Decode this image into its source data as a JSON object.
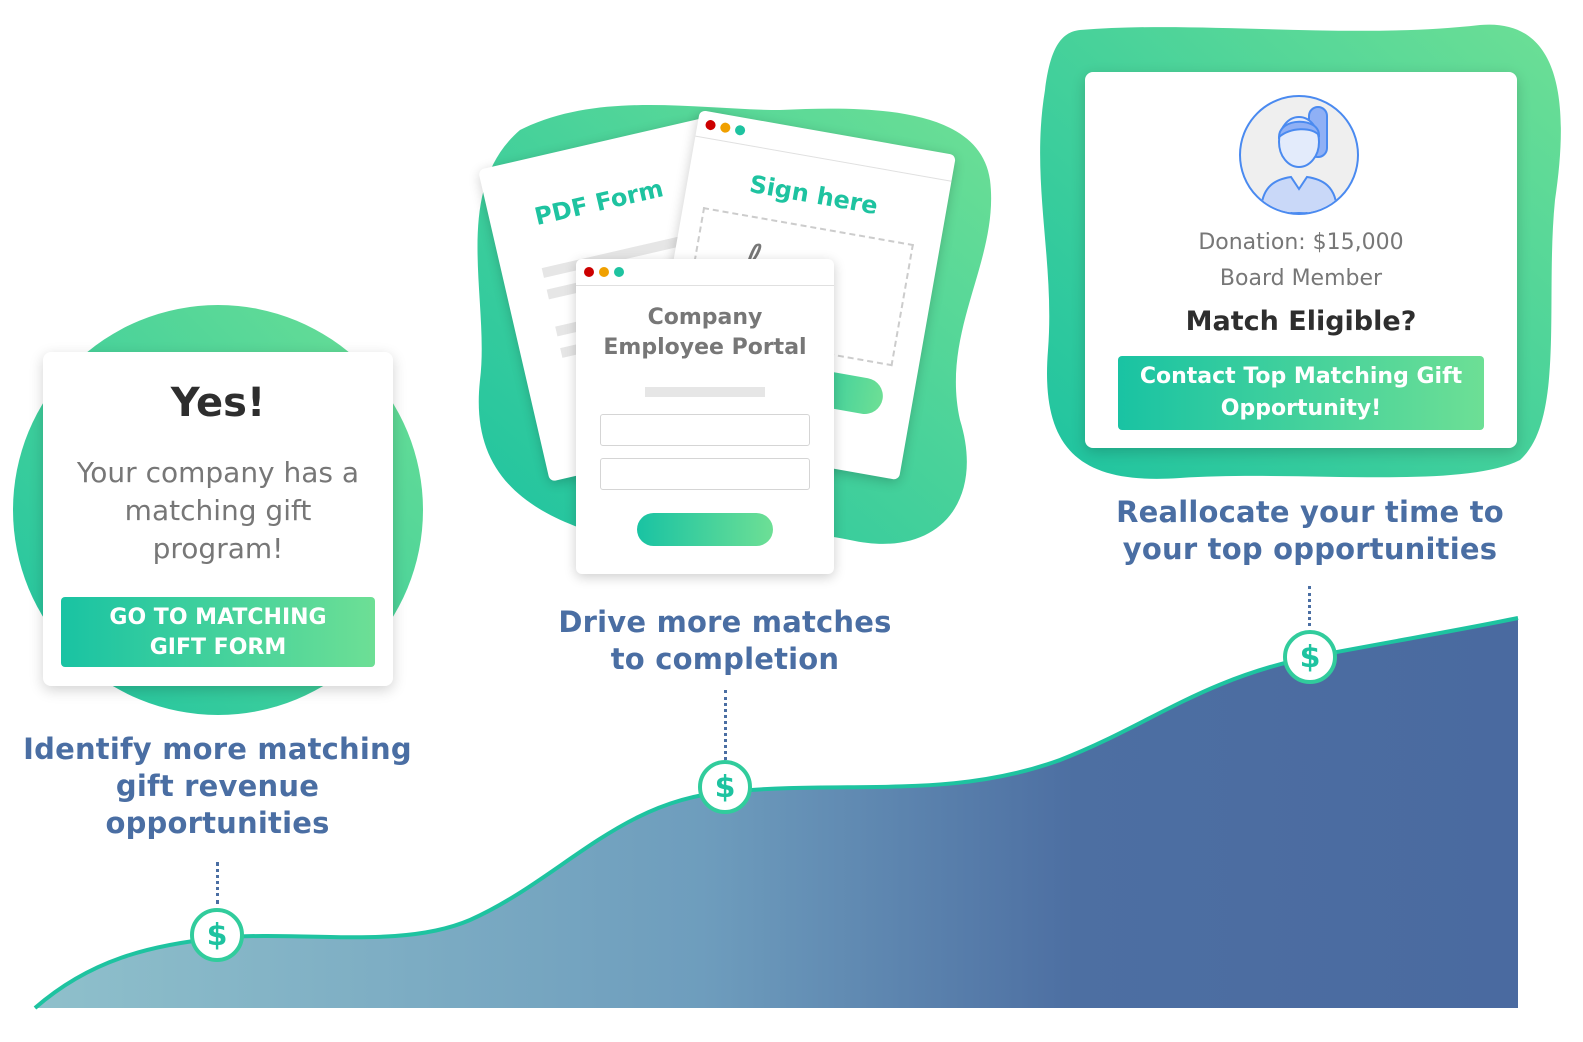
{
  "colors": {
    "accent_green": "#1ec3a0",
    "accent_green_light": "#6ddf95",
    "headline_blue": "#4a6ea3",
    "area_start": "#8cbfcb",
    "area_end": "#4a6aa0",
    "text_dark": "#2e2e2e",
    "text_gray": "#777777",
    "traffic_red": "#cc0000",
    "traffic_orange": "#f0a000",
    "traffic_teal": "#1ec3a0"
  },
  "step1": {
    "title": "Yes!",
    "body": "Your company has a matching gift program!",
    "button_label": "GO TO MATCHING GIFT FORM",
    "headline": "Identify more matching gift revenue opportunities",
    "marker_icon": "dollar-icon",
    "marker_symbol": "$"
  },
  "step2": {
    "pdf_form_label": "PDF Form",
    "sign_here_label": "Sign here",
    "portal_title": "Company Employee Portal",
    "headline": "Drive more matches to completion",
    "marker_icon": "dollar-icon",
    "marker_symbol": "$"
  },
  "step3": {
    "donation": "Donation: $15,000",
    "role": "Board Member",
    "question": "Match Eligible?",
    "button_label": "Contact Top Matching Gift Opportunity!",
    "headline": "Reallocate your time to your top opportunities",
    "marker_icon": "dollar-icon",
    "marker_symbol": "$"
  }
}
